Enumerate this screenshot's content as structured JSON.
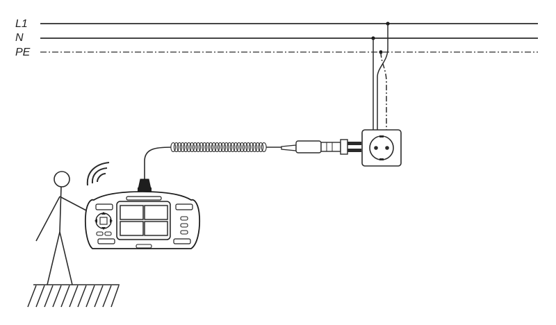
{
  "diagram": {
    "conductors": [
      {
        "id": "l1",
        "label": "L1",
        "style": "solid"
      },
      {
        "id": "n",
        "label": "N",
        "style": "solid"
      },
      {
        "id": "pe",
        "label": "PE",
        "style": "dash-dot"
      }
    ],
    "components": [
      {
        "id": "operator",
        "icon": "person-icon"
      },
      {
        "id": "wireless",
        "icon": "wireless-signal-icon"
      },
      {
        "id": "instrument",
        "icon": "multifunction-tester-icon"
      },
      {
        "id": "cable",
        "icon": "coiled-cable-icon"
      },
      {
        "id": "plug",
        "icon": "test-plug-icon"
      },
      {
        "id": "socket",
        "icon": "socket-outlet-icon"
      },
      {
        "id": "ground",
        "icon": "earth-ground-icon"
      }
    ]
  }
}
